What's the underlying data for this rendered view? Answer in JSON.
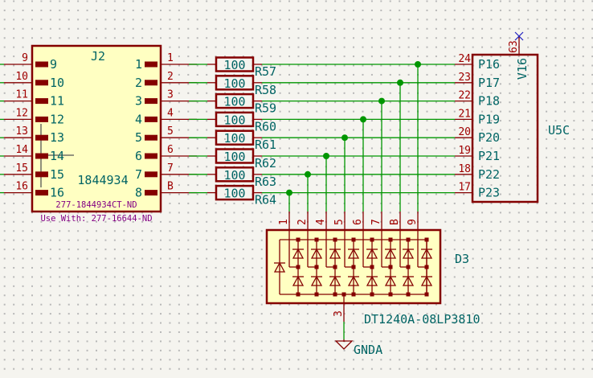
{
  "colors": {
    "background": "#f5f4ef",
    "grid": "#b4b4b4",
    "wire": "#009600",
    "component_outline": "#840000",
    "component_fill": "#ffffc2",
    "pin_number": "#a00000",
    "pin_name": "#006464",
    "footprint_text": "#840084",
    "no_connect": "#2020c0"
  },
  "j2": {
    "reference": "J2",
    "value": "1844934",
    "footprint": "277-1844934CT-ND",
    "note": "Use With: 277-16644-ND",
    "left_pins": [
      {
        "num": "9",
        "name": "9"
      },
      {
        "num": "10",
        "name": "10"
      },
      {
        "num": "11",
        "name": "11"
      },
      {
        "num": "12",
        "name": "12"
      },
      {
        "num": "13",
        "name": "13"
      },
      {
        "num": "14",
        "name": "14"
      },
      {
        "num": "15",
        "name": "15"
      },
      {
        "num": "16",
        "name": "16"
      }
    ],
    "right_pins": [
      {
        "num": "1",
        "name": "1"
      },
      {
        "num": "2",
        "name": "2"
      },
      {
        "num": "3",
        "name": "3"
      },
      {
        "num": "4",
        "name": "4"
      },
      {
        "num": "5",
        "name": "5"
      },
      {
        "num": "6",
        "name": "6"
      },
      {
        "num": "7",
        "name": "7"
      },
      {
        "num": "B",
        "name": "8"
      }
    ]
  },
  "resistors": [
    {
      "ref": "R57",
      "value": "100"
    },
    {
      "ref": "R58",
      "value": "100"
    },
    {
      "ref": "R59",
      "value": "100"
    },
    {
      "ref": "R60",
      "value": "100"
    },
    {
      "ref": "R61",
      "value": "100"
    },
    {
      "ref": "R62",
      "value": "100"
    },
    {
      "ref": "R63",
      "value": "100"
    },
    {
      "ref": "R64",
      "value": "100"
    }
  ],
  "u5c": {
    "reference": "U5C",
    "power_pin": {
      "num": "63",
      "name": "V16"
    },
    "pins": [
      {
        "num": "24",
        "name": "P16"
      },
      {
        "num": "23",
        "name": "P17"
      },
      {
        "num": "22",
        "name": "P18"
      },
      {
        "num": "21",
        "name": "P19"
      },
      {
        "num": "20",
        "name": "P20"
      },
      {
        "num": "19",
        "name": "P21"
      },
      {
        "num": "18",
        "name": "P22"
      },
      {
        "num": "17",
        "name": "P23"
      }
    ]
  },
  "d3": {
    "reference": "D3",
    "value": "DT1240A-08LP3810",
    "top_pins": [
      "1",
      "2",
      "4",
      "5",
      "6",
      "7",
      "B",
      "9"
    ],
    "ground_pin": "3"
  },
  "power": {
    "label": "GNDA"
  }
}
